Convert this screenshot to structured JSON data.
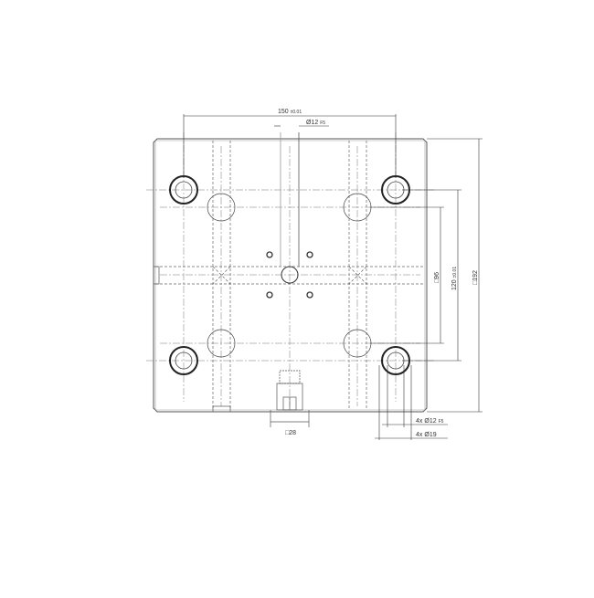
{
  "drawing": {
    "view": "top view",
    "plate_outline": "square plate with chamfered corners",
    "dimensions": {
      "hole_spacing": {
        "value": "150",
        "tolerance": "±0.01"
      },
      "center_bore": {
        "symbol": "Ø",
        "value": "12",
        "fit": "F5"
      },
      "overall_size": {
        "symbol": "□",
        "value": "192"
      },
      "inner_pattern": {
        "value": "120",
        "tolerance": "±0.01"
      },
      "pocket_pattern": {
        "symbol": "□",
        "value": "96"
      },
      "connector_width": {
        "symbol": "□",
        "value": "28"
      },
      "corner_bore": {
        "count": "4x",
        "symbol": "Ø",
        "value": "12",
        "fit": "F5"
      },
      "corner_counterbore": {
        "count": "4x",
        "symbol": "Ø",
        "value": "19"
      }
    },
    "colors": {
      "line": "#444444",
      "thick_line": "#222222",
      "light_line": "#999999"
    }
  }
}
